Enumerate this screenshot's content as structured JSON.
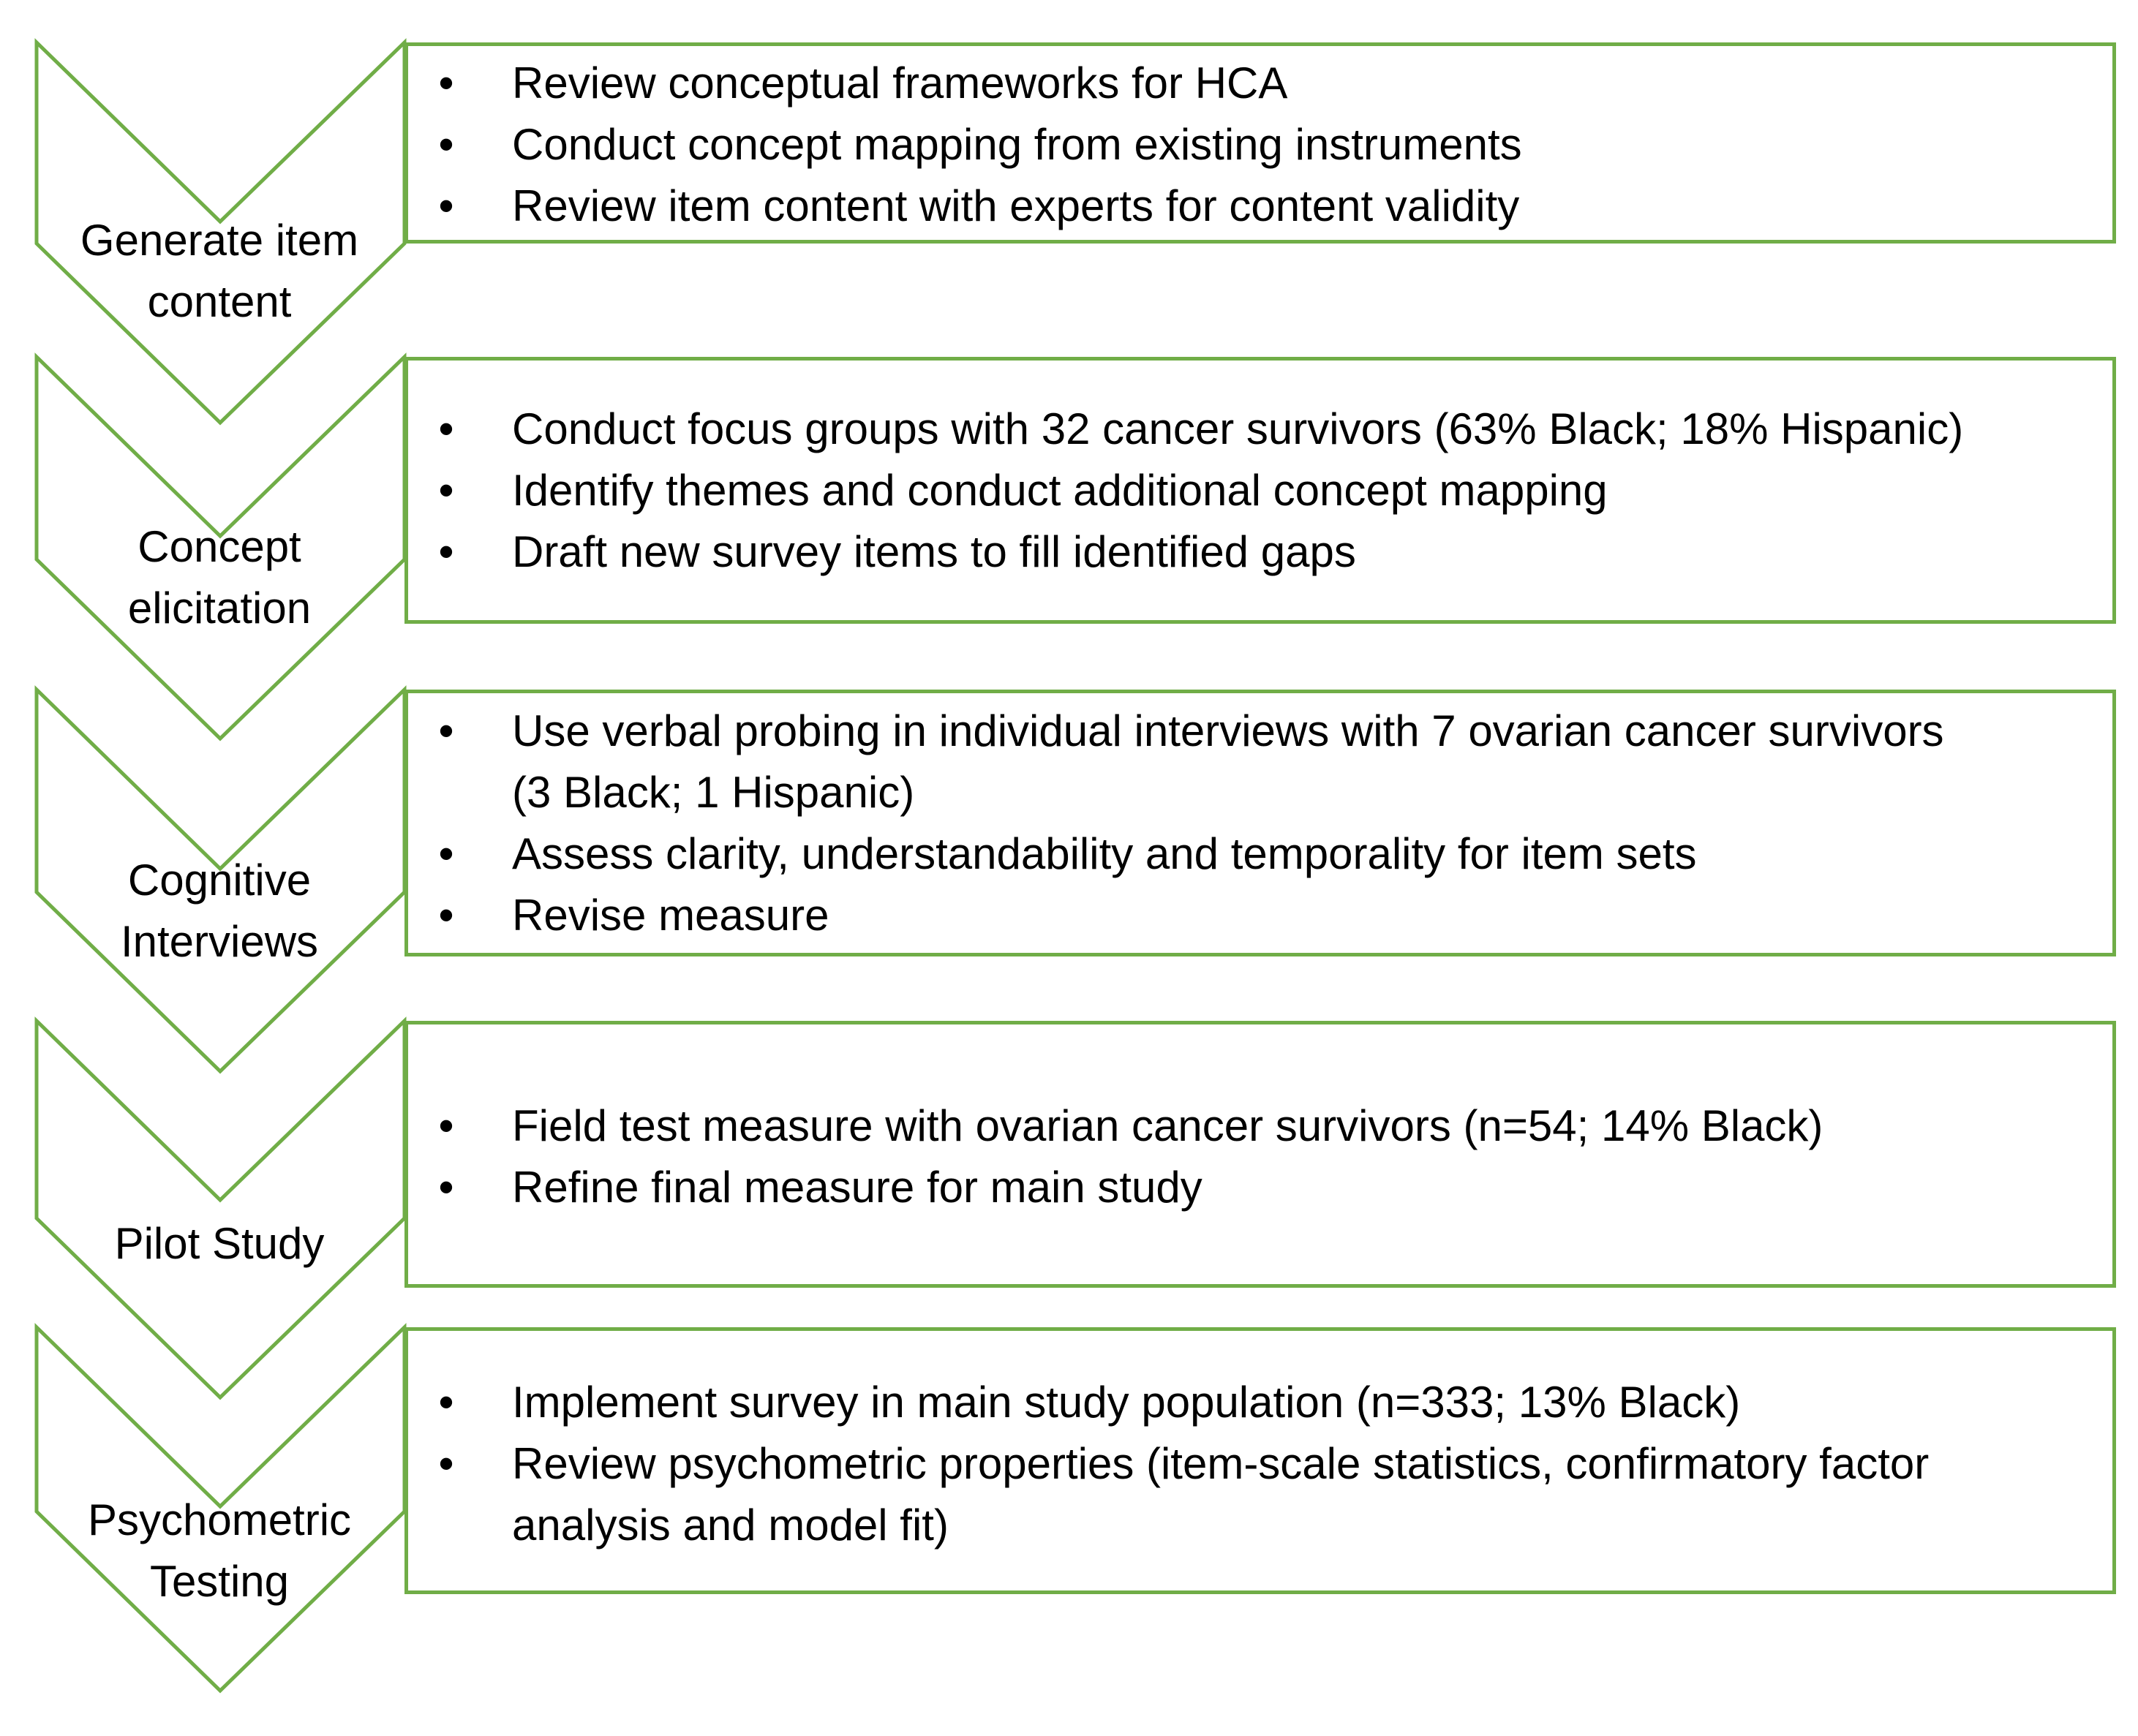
{
  "diagram": {
    "accent_color": "#70AD47",
    "steps": [
      {
        "label_lines": [
          "Generate  item",
          "content"
        ],
        "bullets": [
          [
            "Review conceptual frameworks for HCA"
          ],
          [
            "Conduct concept mapping from existing instruments"
          ],
          [
            "Review item content with experts for content validity"
          ]
        ]
      },
      {
        "label_lines": [
          "Concept",
          "elicitation"
        ],
        "bullets": [
          [
            "Conduct focus groups with 32 cancer survivors (63% Black; 18% Hispanic)"
          ],
          [
            "Identify themes and conduct additional concept mapping"
          ],
          [
            "Draft new survey items to fill identified gaps"
          ]
        ]
      },
      {
        "label_lines": [
          "Cognitive",
          "Interviews"
        ],
        "bullets": [
          [
            "Use verbal probing in individual interviews with 7 ovarian cancer survivors",
            "(3 Black; 1 Hispanic)"
          ],
          [
            "Assess clarity, understandability and temporality for item sets"
          ],
          [
            "Revise measure"
          ]
        ]
      },
      {
        "label_lines": [
          "Pilot Study"
        ],
        "bullets": [
          [
            "Field test measure with ovarian cancer survivors (n=54; 14% Black)"
          ],
          [
            "Refine final measure for main study"
          ]
        ]
      },
      {
        "label_lines": [
          "Psychometric",
          "Testing"
        ],
        "bullets": [
          [
            "Implement survey in main study population (n=333; 13% Black)"
          ],
          [
            "Review psychometric properties (item-scale statistics, confirmatory factor",
            "analysis and model fit)"
          ]
        ]
      }
    ]
  }
}
